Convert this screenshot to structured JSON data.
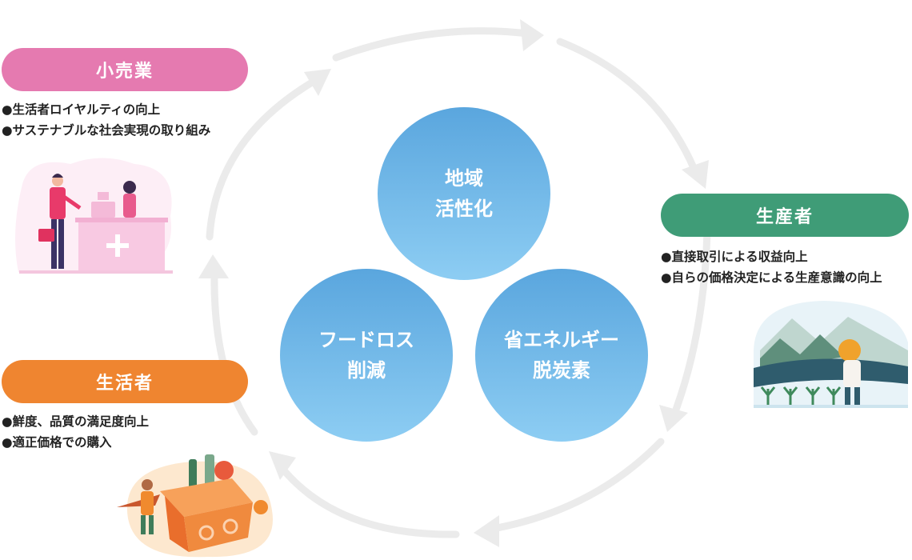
{
  "center": {
    "top": {
      "line1": "地域",
      "line2": "活性化"
    },
    "left": {
      "line1": "フードロス",
      "line2": "削減"
    },
    "right": {
      "line1": "省エネルギー",
      "line2": "脱炭素"
    }
  },
  "retail": {
    "title": "小売業",
    "benefits": [
      "生活者ロイヤルティの向上",
      "サステナブルな社会実現の取り組み"
    ]
  },
  "producer": {
    "title": "生産者",
    "benefits": [
      "直接取引による収益向上",
      "自らの価格決定による生産意識の向上"
    ]
  },
  "consumer": {
    "title": "生活者",
    "benefits": [
      "鮮度、品質の満足度向上",
      "適正価格での購入"
    ]
  },
  "colors": {
    "retail": "#e57ab0",
    "producer": "#3f9c77",
    "consumer": "#ef8530",
    "circle_top": "#5aa6de",
    "circle_bottom": "#8dcdf3",
    "cycle_arrow": "#ebebeb"
  },
  "icons": [
    "retail-shop-illustration",
    "farmer-illustration",
    "vegetable-box-illustration"
  ]
}
